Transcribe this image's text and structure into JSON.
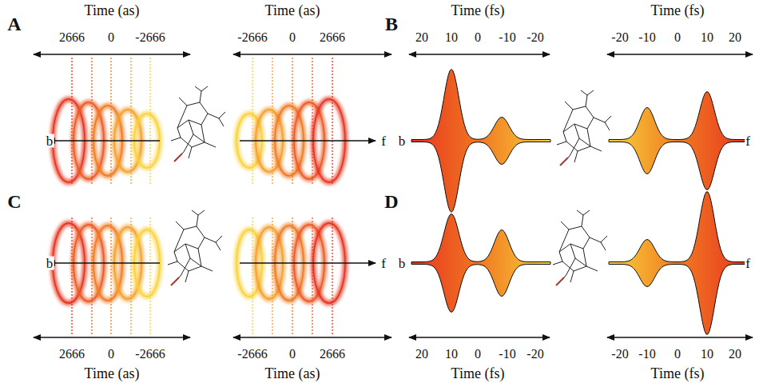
{
  "diagram": {
    "labels": [
      "A",
      "Time (as)",
      "2666",
      "0",
      "-2666",
      "Time (as)",
      "-2666",
      "0",
      "2666",
      "b",
      "f",
      "B",
      "Time (fs)",
      "20",
      "10",
      "0",
      "-10",
      "-20",
      "Time (fs)",
      "-20",
      "-10",
      "0",
      "10",
      "20",
      "b",
      "f",
      "C",
      "b",
      "f",
      "2666",
      "0",
      "-2666",
      "Time (as)",
      "-2666",
      "0",
      "2666",
      "Time (as)",
      "D",
      "b",
      "f",
      "20",
      "10",
      "0",
      "-10",
      "-20",
      "Time (fs)",
      "-20",
      "-10",
      "0",
      "10",
      "20",
      "Time (fs)"
    ]
  }
}
